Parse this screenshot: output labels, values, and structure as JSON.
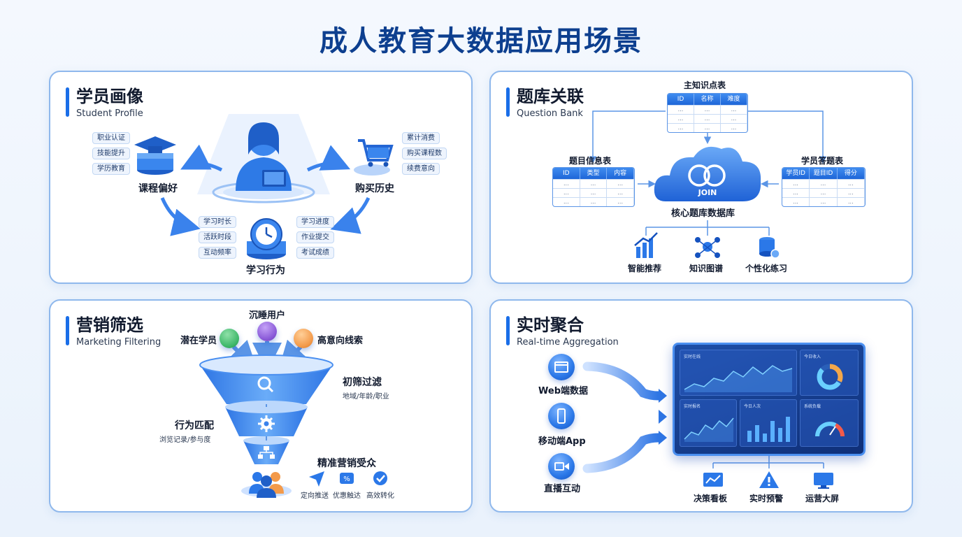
{
  "title": "成人教育大数据应用场景",
  "colors": {
    "accent": "#1a6ee8",
    "title": "#0d3f8f",
    "panel_border": "#8fb8ec"
  },
  "panel1": {
    "title": "学员画像",
    "subtitle": "Student Profile",
    "left_group": {
      "label": "课程偏好",
      "chips": [
        "职业认证",
        "技能提升",
        "学历教育"
      ]
    },
    "right_group": {
      "label": "购买历史",
      "chips": [
        "累计消费",
        "购买课程数",
        "续费意向"
      ]
    },
    "bottom_group": {
      "label": "学习行为",
      "chips_left": [
        "学习时长",
        "活跃时段",
        "互动频率"
      ],
      "chips_right": [
        "学习进度",
        "作业提交",
        "考试成绩"
      ]
    },
    "icons": [
      "user-avatar-icon",
      "graduation-cap-icon",
      "shopping-cart-icon",
      "clock-icon"
    ]
  },
  "panel2": {
    "title": "题库关联",
    "subtitle": "Question Bank",
    "top_table": {
      "title": "主知识点表",
      "columns": [
        "ID",
        "名称",
        "难度"
      ],
      "rows": [
        [
          "...",
          "...",
          "..."
        ],
        [
          "...",
          "...",
          "..."
        ],
        [
          "...",
          "...",
          "..."
        ]
      ]
    },
    "left_table": {
      "title": "题目信息表",
      "columns": [
        "ID",
        "类型",
        "内容"
      ],
      "rows": [
        [
          "...",
          "...",
          "..."
        ],
        [
          "...",
          "...",
          "..."
        ],
        [
          "...",
          "...",
          "..."
        ]
      ]
    },
    "right_table": {
      "title": "学员答题表",
      "columns": [
        "学员ID",
        "题目ID",
        "得分"
      ],
      "rows": [
        [
          "...",
          "...",
          "..."
        ],
        [
          "...",
          "...",
          "..."
        ],
        [
          "...",
          "...",
          "..."
        ]
      ]
    },
    "center": {
      "badge": "JOIN",
      "label": "核心题库数据库"
    },
    "outputs": [
      {
        "label": "智能推荐",
        "icon": "bar-chart-icon"
      },
      {
        "label": "知识图谱",
        "icon": "network-icon"
      },
      {
        "label": "个性化练习",
        "icon": "database-gear-icon"
      }
    ]
  },
  "panel3": {
    "title": "营销筛选",
    "subtitle": "Marketing Filtering",
    "inputs": [
      {
        "label": "潜在学员",
        "color": "#3fb86a",
        "icon": "user-green-icon"
      },
      {
        "label": "沉睡用户",
        "color": "#8a5ad8",
        "icon": "user-purple-icon"
      },
      {
        "label": "高意向线索",
        "color": "#f39a4a",
        "icon": "user-orange-icon"
      }
    ],
    "stages": [
      {
        "label": "初筛过滤",
        "detail": "地域/年龄/职业",
        "icon": "search-icon"
      },
      {
        "label": "行为匹配",
        "detail": "浏览记录/参与度",
        "icon": "gear-icon"
      },
      {
        "label": "精准营销受众",
        "icon": "hierarchy-icon"
      }
    ],
    "actions": [
      {
        "label": "定向推送",
        "icon": "paper-plane-icon"
      },
      {
        "label": "优惠触达",
        "icon": "coupon-icon"
      },
      {
        "label": "高效转化",
        "icon": "check-badge-icon"
      }
    ]
  },
  "panel4": {
    "title": "实时聚合",
    "subtitle": "Real-time Aggregation",
    "sources": [
      {
        "label": "Web端数据",
        "icon": "browser-icon"
      },
      {
        "label": "移动端App",
        "icon": "mobile-icon"
      },
      {
        "label": "直播互动",
        "icon": "video-icon"
      }
    ],
    "dashboard": {
      "tiles": [
        "实时在线",
        "今日收入",
        "实时报名",
        "今日人次",
        "系统负载"
      ]
    },
    "outputs": [
      {
        "label": "决策看板",
        "icon": "trend-icon"
      },
      {
        "label": "实时预警",
        "icon": "warning-icon"
      },
      {
        "label": "运营大屏",
        "icon": "monitor-icon"
      }
    ]
  }
}
